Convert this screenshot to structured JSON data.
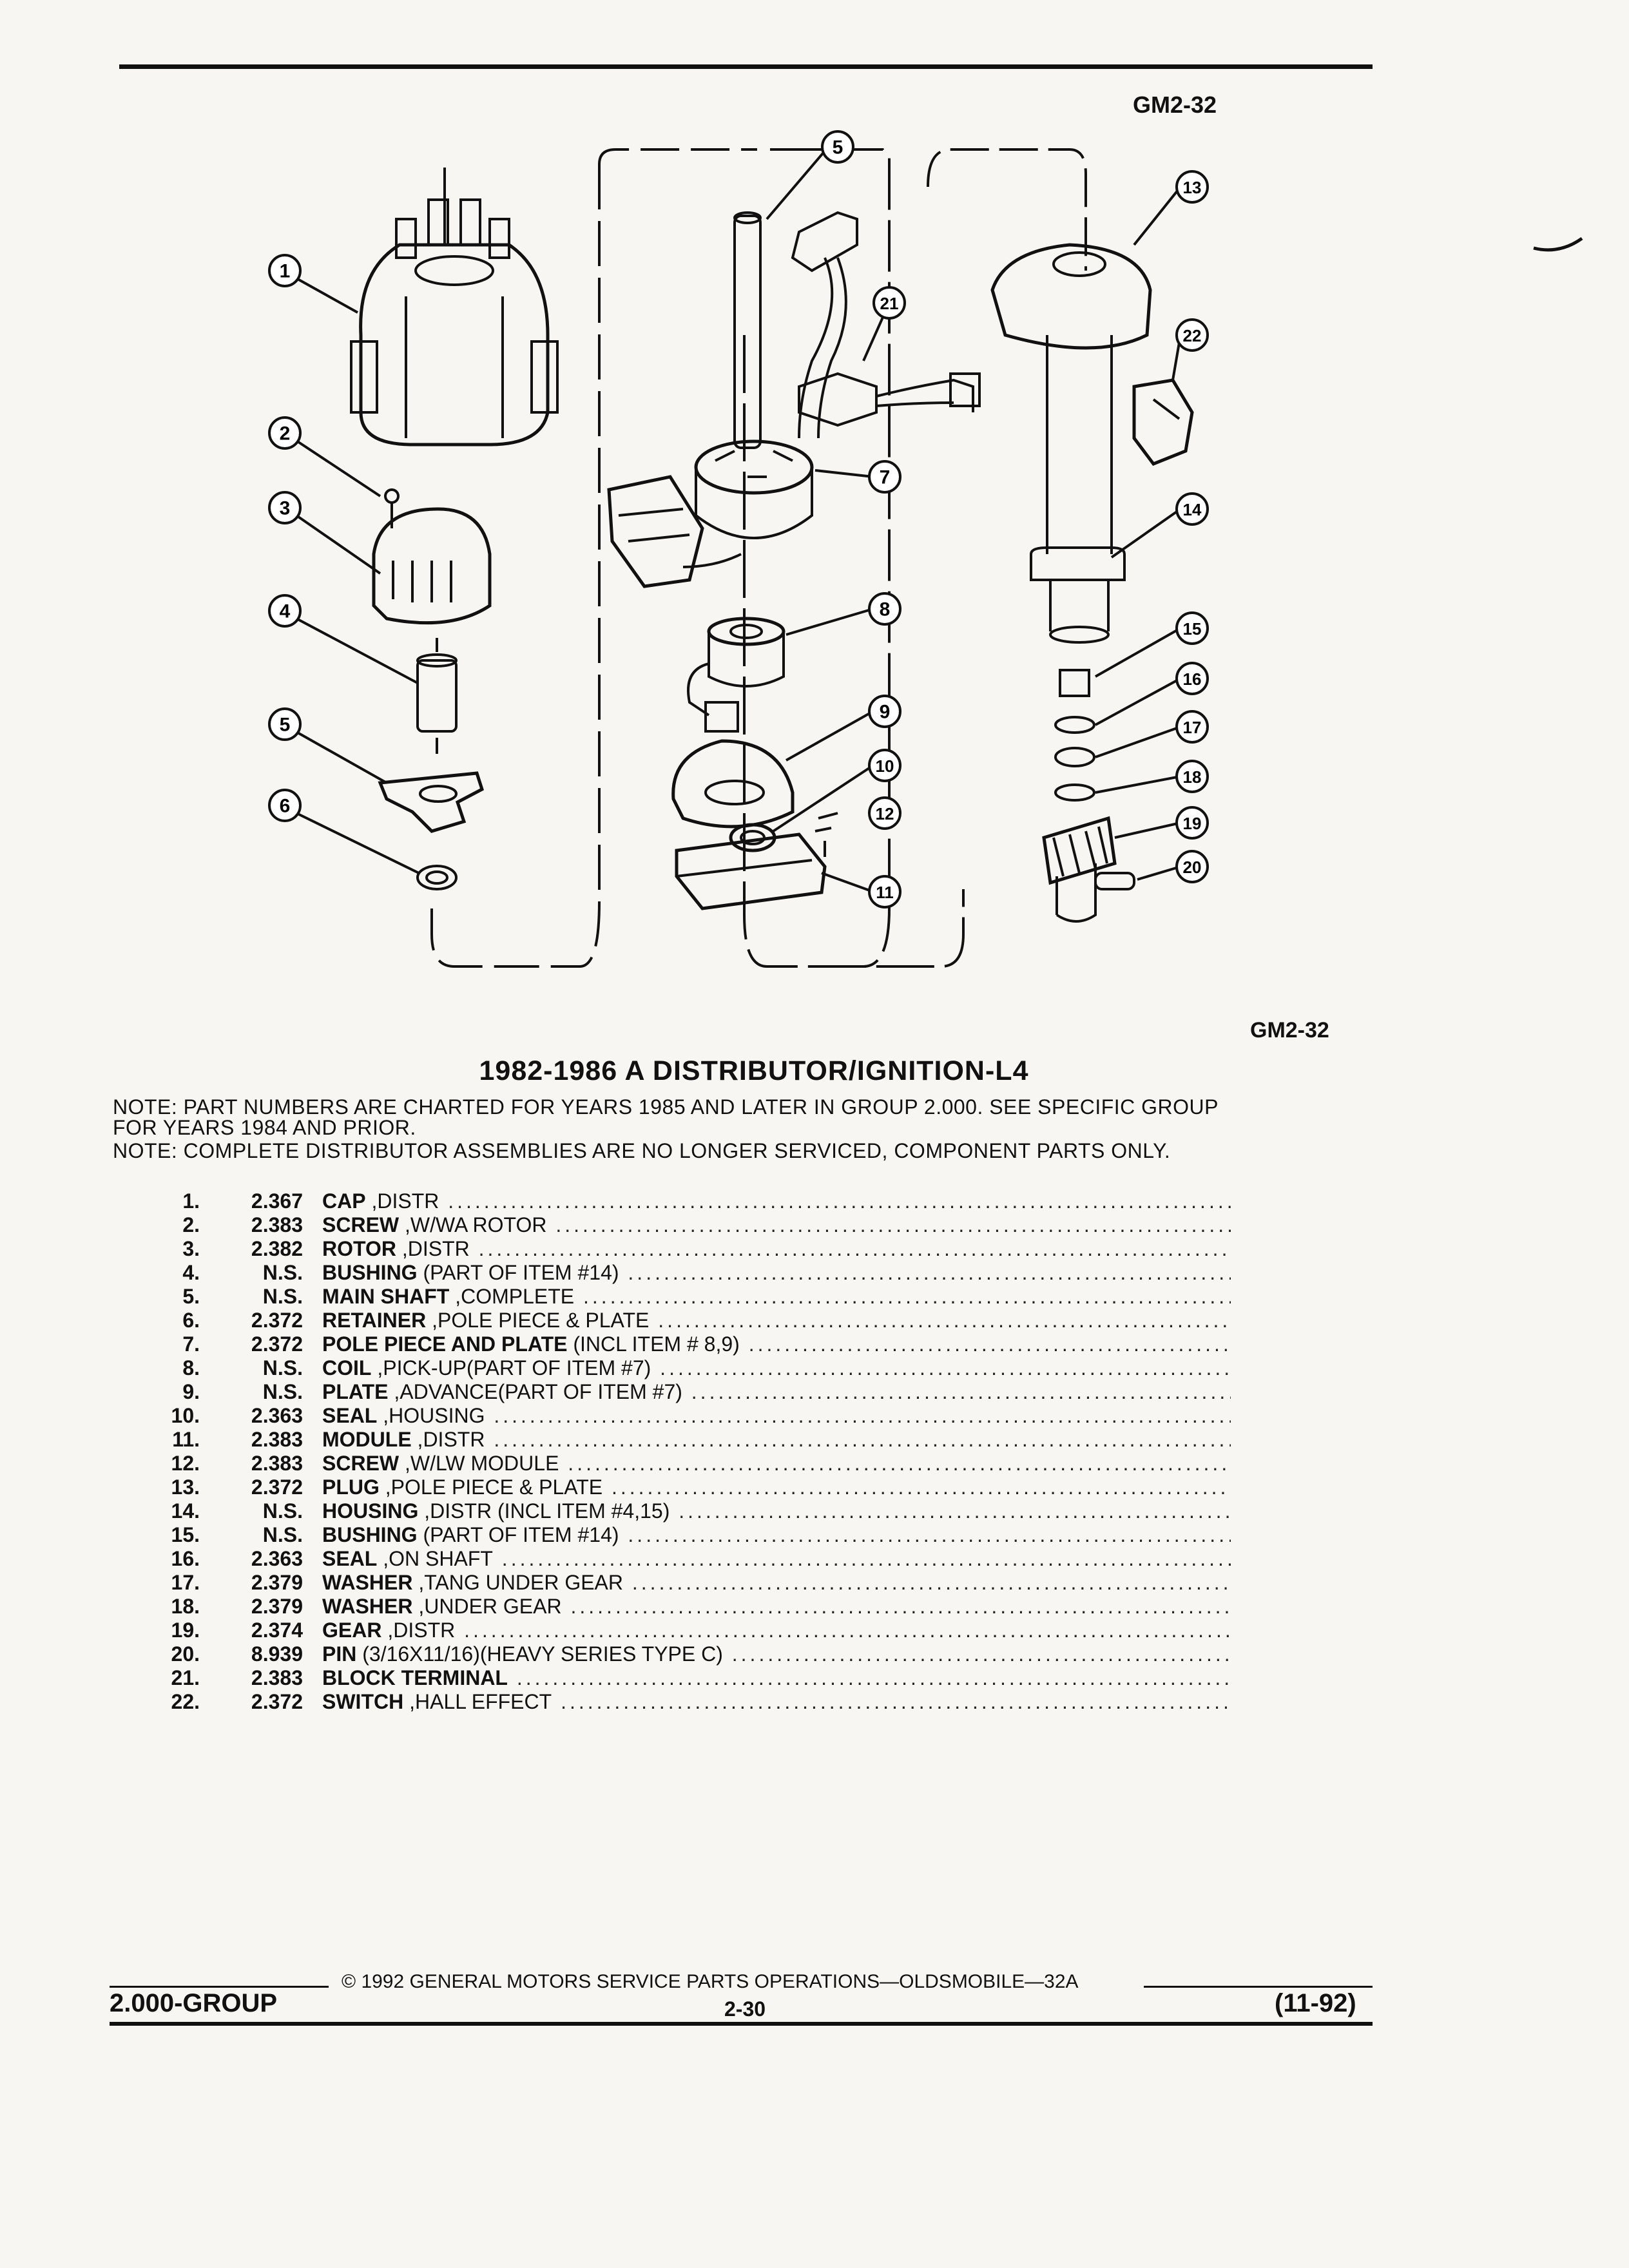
{
  "figure_code": "GM2-32",
  "callouts": [
    "1",
    "2",
    "3",
    "4",
    "5",
    "6",
    "5",
    "7",
    "8",
    "9",
    "10",
    "11",
    "12",
    "13",
    "14",
    "15",
    "16",
    "17",
    "18",
    "19",
    "20",
    "21",
    "22"
  ],
  "title": "1982-1986 A DISTRIBUTOR/IGNITION-L4",
  "notes": [
    "NOTE: PART NUMBERS ARE CHARTED FOR YEARS 1985 AND LATER IN GROUP 2.000. SEE SPECIFIC GROUP",
    "FOR YEARS 1984 AND PRIOR.",
    "NOTE: COMPLETE DISTRIBUTOR ASSEMBLIES ARE NO LONGER SERVICED, COMPONENT PARTS ONLY."
  ],
  "parts": [
    {
      "num": "1.",
      "group": "2.367",
      "name": "CAP",
      "detail": " ,DISTR"
    },
    {
      "num": "2.",
      "group": "2.383",
      "name": "SCREW",
      "detail": " ,W/WA ROTOR"
    },
    {
      "num": "3.",
      "group": "2.382",
      "name": "ROTOR",
      "detail": " ,DISTR"
    },
    {
      "num": "4.",
      "group": "N.S.",
      "name": "BUSHING",
      "detail": " (PART OF ITEM #14)"
    },
    {
      "num": "5.",
      "group": "N.S.",
      "name": "MAIN SHAFT",
      "detail": " ,COMPLETE"
    },
    {
      "num": "6.",
      "group": "2.372",
      "name": "RETAINER",
      "detail": " ,POLE PIECE & PLATE"
    },
    {
      "num": "7.",
      "group": "2.372",
      "name": "POLE PIECE AND PLATE",
      "detail": " (INCL ITEM # 8,9)"
    },
    {
      "num": "8.",
      "group": "N.S.",
      "name": "COIL",
      "detail": " ,PICK-UP(PART OF ITEM #7)"
    },
    {
      "num": "9.",
      "group": "N.S.",
      "name": "PLATE",
      "detail": " ,ADVANCE(PART OF ITEM #7)"
    },
    {
      "num": "10.",
      "group": "2.363",
      "name": "SEAL",
      "detail": " ,HOUSING"
    },
    {
      "num": "11.",
      "group": "2.383",
      "name": "MODULE",
      "detail": " ,DISTR"
    },
    {
      "num": "12.",
      "group": "2.383",
      "name": "SCREW",
      "detail": " ,W/LW MODULE"
    },
    {
      "num": "13.",
      "group": "2.372",
      "name": "PLUG",
      "detail": " ,POLE PIECE & PLATE"
    },
    {
      "num": "14.",
      "group": "N.S.",
      "name": "HOUSING",
      "detail": " ,DISTR (INCL ITEM #4,15)"
    },
    {
      "num": "15.",
      "group": "N.S.",
      "name": "BUSHING",
      "detail": " (PART OF ITEM #14)"
    },
    {
      "num": "16.",
      "group": "2.363",
      "name": "SEAL",
      "detail": " ,ON SHAFT"
    },
    {
      "num": "17.",
      "group": "2.379",
      "name": "WASHER",
      "detail": " ,TANG UNDER GEAR"
    },
    {
      "num": "18.",
      "group": "2.379",
      "name": "WASHER",
      "detail": " ,UNDER GEAR"
    },
    {
      "num": "19.",
      "group": "2.374",
      "name": "GEAR",
      "detail": " ,DISTR"
    },
    {
      "num": "20.",
      "group": "8.939",
      "name": "PIN",
      "detail": " (3/16X11/16)(HEAVY SERIES TYPE C)"
    },
    {
      "num": "21.",
      "group": "2.383",
      "name": "BLOCK TERMINAL",
      "detail": ""
    },
    {
      "num": "22.",
      "group": "2.372",
      "name": "SWITCH",
      "detail": " ,HALL EFFECT"
    }
  ],
  "footer": {
    "copyright": "© 1992 GENERAL MOTORS SERVICE PARTS OPERATIONS—OLDSMOBILE—32A",
    "group": "2.000-GROUP",
    "page": "2-30",
    "date": "(11-92)"
  }
}
